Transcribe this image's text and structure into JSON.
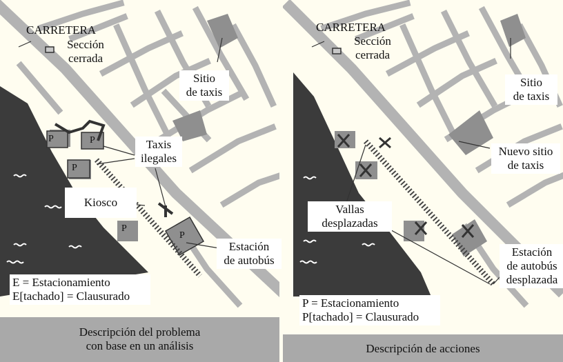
{
  "left_panel": {
    "road_label": "CARRETERA",
    "closed_section_label_line1": "Sección",
    "closed_section_label_line2": "cerrada",
    "taxi_stand_line1": "Sitio",
    "taxi_stand_line2": "de taxis",
    "illegal_taxis_line1": "Taxis",
    "illegal_taxis_line2": "ilegales",
    "kiosk_label": "Kiosco",
    "bus_station_line1": "Estación",
    "bus_station_line2": "de autobús",
    "legend_line1": "E = Estacionamiento",
    "legend_line2": "E[tachado] = Clausurado",
    "parking_letter": "P",
    "caption_line1": "Descripción del problema",
    "caption_line2": "con base en un análisis"
  },
  "right_panel": {
    "road_label": "CARRETERA",
    "closed_section_label_line1": "Sección",
    "closed_section_label_line2": "cerrada",
    "taxi_stand_line1": "Sitio",
    "taxi_stand_line2": "de taxis",
    "new_taxi_stand_line1": "Nuevo sitio",
    "new_taxi_stand_line2": "de taxis",
    "fences_line1": "Vallas",
    "fences_line2": "desplazadas",
    "bus_station_line1": "Estación",
    "bus_station_line2": "de autobús",
    "bus_station_line3": "desplazada",
    "legend_line1": "P = Estacionamiento",
    "legend_line2": "P[tachado] = Clausurado",
    "caption": "Descripción de acciones"
  },
  "colors": {
    "road": "#b3b3b3",
    "water": "#3b3b3b",
    "block": "#8f8f8f",
    "caption_bar": "#a9a9a9",
    "background": "#fffdf0"
  }
}
